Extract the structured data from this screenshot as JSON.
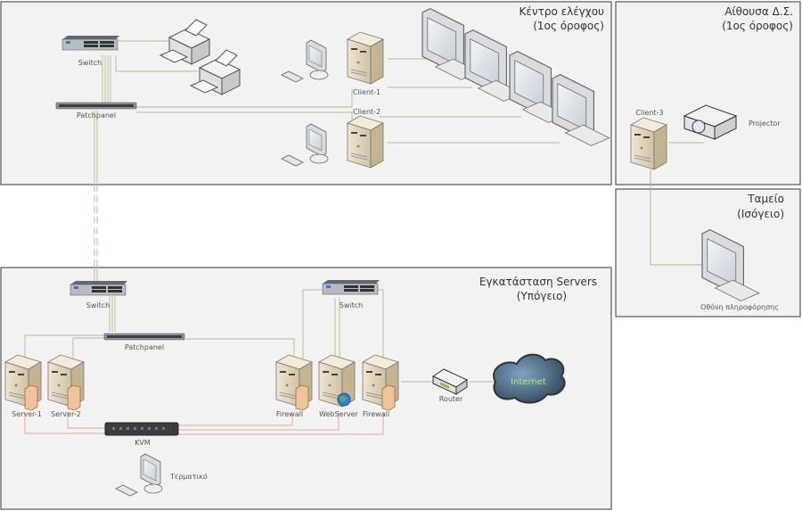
{
  "rooms": {
    "control_center": {
      "title_line1": "Κέντρο ελέγχου",
      "title_line2": "(1ος όροφος)"
    },
    "board_room": {
      "title_line1": "Αίθουσα Δ.Σ.",
      "title_line2": "(1ος όροφος)"
    },
    "cashier": {
      "title_line1": "Ταμείο",
      "title_line2": "(Ισόγειο)"
    },
    "server_room": {
      "title_line1": "Εγκατάσταση Servers",
      "title_line2": "(Υπόγειο)"
    }
  },
  "devices": {
    "switch_top": "Switch",
    "patchpanel_top": "Patchpanel",
    "client1": "Client-1",
    "client2": "Client-2",
    "client3": "Client-3",
    "projector": "Projector",
    "info_display": "Οθόνη πληροφόρησης",
    "switch_left": "Switch",
    "switch_right": "Switch",
    "patchpanel_bottom": "Patchpanel",
    "server1": "Server-1",
    "server2": "Server-2",
    "firewall1": "Firewall",
    "webserver": "WebServer",
    "firewall2": "Firewall",
    "router": "Router",
    "internet": "Internet",
    "kvm": "KVM",
    "terminal": "Τερματικό"
  },
  "colors": {
    "cable": "#c9cfb2",
    "kvm_cable": "#e4b7b0",
    "internet_text": "#b8e07a",
    "cloud": "#4f6f8f"
  }
}
